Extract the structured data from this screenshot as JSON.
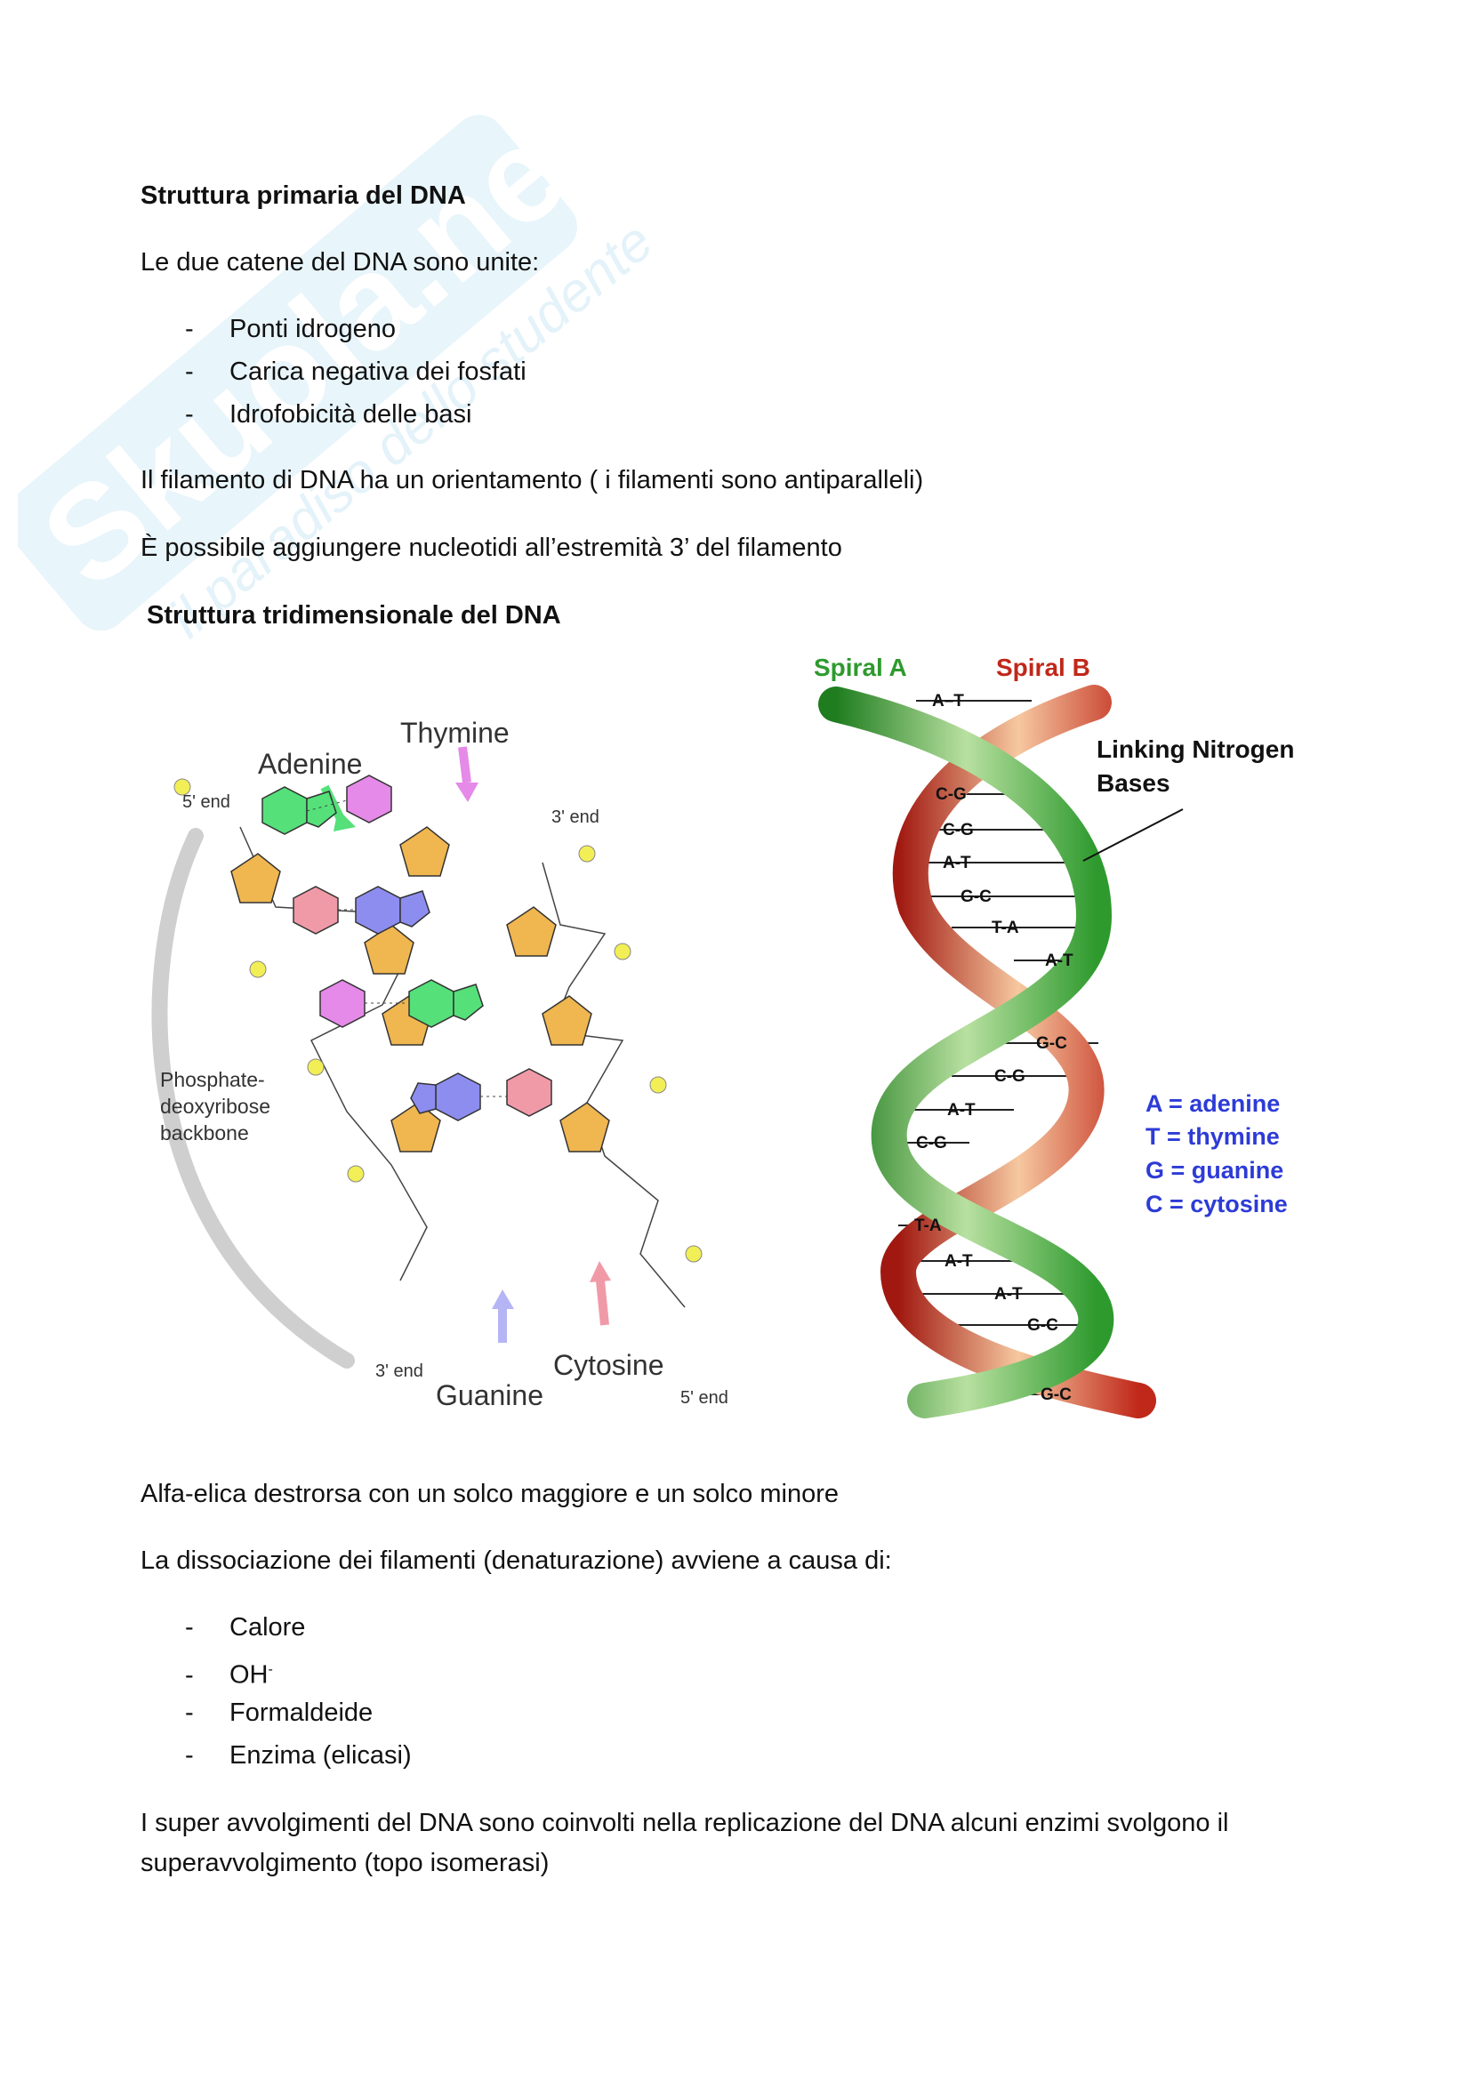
{
  "section1": {
    "title": "Struttura primaria del DNA",
    "intro": "Le due catene del DNA sono unite:",
    "bullets": [
      "Ponti idrogeno",
      "Carica negativa dei fosfati",
      "Idrofobicità delle basi"
    ],
    "p1": "Il filamento di DNA ha un orientamento ( i filamenti sono antiparalleli)",
    "p2": "È possibile aggiungere nucleotidi all’estremità 3’ del filamento"
  },
  "section2": {
    "title": "Struttura tridimensionale del DNA"
  },
  "figure_left": {
    "adenine": "Adenine",
    "thymine": "Thymine",
    "guanine": "Guanine",
    "cytosine": "Cytosine",
    "end5_top": "5' end",
    "end3_top": "3' end",
    "end3_bottom": "3' end",
    "end5_bottom": "5' end",
    "backbone_1": "Phosphate-",
    "backbone_2": "deoxyribose",
    "backbone_3": "backbone",
    "colors": {
      "adenine": "#55e07a",
      "thymine": "#e58ae8",
      "guanine": "#8d8df0",
      "cytosine": "#f09aa8",
      "sugar": "#f0b650",
      "phosphate": "#f2ee55"
    }
  },
  "figure_right": {
    "spiral_a": "Spiral A",
    "spiral_b": "Spiral B",
    "linking_1": "Linking Nitrogen",
    "linking_2": "Bases",
    "pairs": [
      "A–T",
      "C-G",
      "C-G",
      "A-T",
      "G-C",
      "T-A",
      "A-T",
      "G-C",
      "C-G",
      "A-T",
      "C-G",
      "T-A",
      "A-T",
      "A-T",
      "G-C",
      "G-C"
    ],
    "legend": [
      "A = adenine",
      "T = thymine",
      "G = guanine",
      "C = cytosine"
    ],
    "colors": {
      "spiral_a": "#2e9a2e",
      "spiral_b": "#c0281a",
      "legend": "#2d3bd6"
    }
  },
  "section3": {
    "p1": "Alfa-elica destrorsa con un solco maggiore e un solco minore",
    "p2": "La dissociazione dei filamenti (denaturazione) avviene a causa di:",
    "bullets": [
      "Calore",
      "OH",
      "Formaldeide",
      "Enzima (elicasi)"
    ],
    "oh_sup": "-",
    "p3_line1": "I super avvolgimenti del DNA sono coinvolti nella replicazione del DNA alcuni enzimi svolgono il",
    "p3_line2": "superavvolgimento (topo isomerasi)"
  },
  "watermark": {
    "brand": "Skuola.net",
    "tagline": "il paradiso dello studente",
    "color": "#bfe3f5"
  }
}
